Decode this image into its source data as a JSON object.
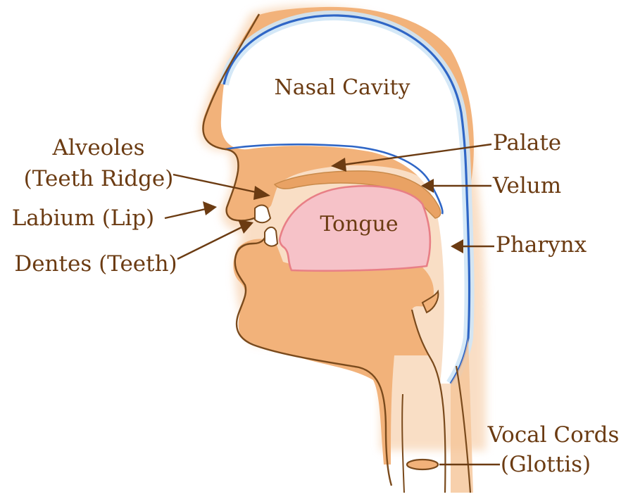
{
  "diagram": {
    "colors": {
      "tissue": "#f2b27a",
      "tissue_edge": "#c98a4a",
      "outline": "#7a4a1c",
      "cavity_blue": "#2f66c6",
      "cavity_glow": "#cfe6f6",
      "tongue_fill": "#f6c2c8",
      "tongue_edge": "#e87f86",
      "label_text": "#6b3b12"
    },
    "labels": {
      "nasal_cavity": "Nasal Cavity",
      "tongue": "Tongue",
      "alveoles_line1": "Alveoles",
      "alveoles_line2": "(Teeth Ridge)",
      "labium": "Labium (Lip)",
      "dentes": "Dentes (Teeth)",
      "palate": "Palate",
      "velum": "Velum",
      "pharynx": "Pharynx",
      "vocal_cords_line1": "Vocal Cords",
      "vocal_cords_line2": "(Glottis)"
    }
  }
}
